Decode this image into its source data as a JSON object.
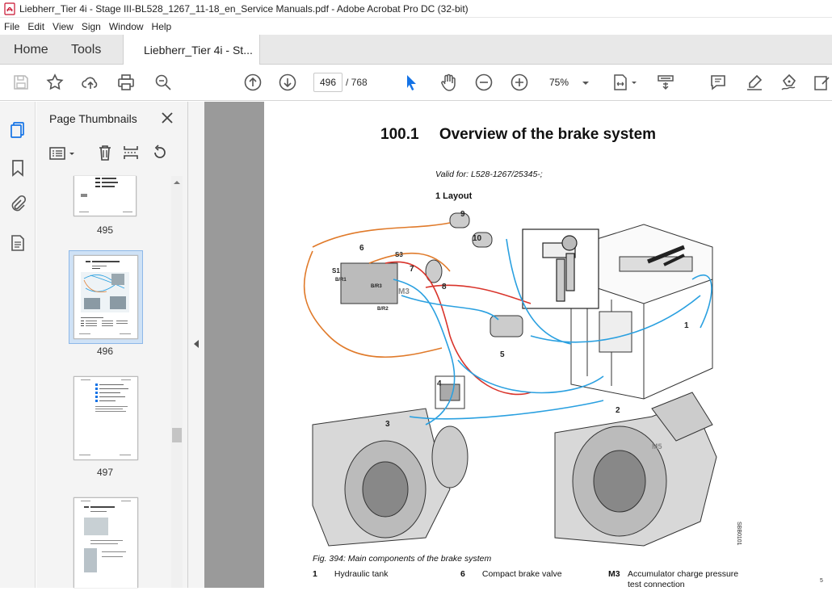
{
  "window": {
    "title": "Liebherr_Tier 4i - Stage III-BL528_1267_11-18_en_Service Manuals.pdf - Adobe Acrobat Pro DC (32-bit)"
  },
  "menu": [
    "File",
    "Edit",
    "View",
    "Sign",
    "Window",
    "Help"
  ],
  "tabs": {
    "home": "Home",
    "tools": "Tools",
    "document": "Liebherr_Tier 4i - St..."
  },
  "toolbar": {
    "page_current": "496",
    "page_total": "/ 768",
    "zoom": "75%"
  },
  "thumbnails": {
    "title": "Page Thumbnails",
    "pages": [
      "495",
      "496",
      "497"
    ]
  },
  "page": {
    "heading_num": "100.1",
    "heading_text": "Overview of the brake system",
    "valid_for": "Valid for: L528-1267/25345-;",
    "section": "1 Layout",
    "caption": "Fig. 394: Main components of the brake system",
    "legend": [
      {
        "key": "1",
        "label": "Hydraulic tank"
      },
      {
        "key": "6",
        "label": "Compact brake valve"
      },
      {
        "key": "M3",
        "label": "Accumulator charge pressure test connection"
      }
    ],
    "diagram_labels": [
      "1",
      "2",
      "3",
      "4",
      "5",
      "6",
      "7",
      "8",
      "9",
      "10",
      "S1",
      "S3",
      "M3",
      "M5",
      "B/R1",
      "B/R2",
      "B/R3"
    ],
    "fig_id": "SBB0101",
    "side_number": "5"
  },
  "colors": {
    "orange_line": "#e07a2a",
    "red_line": "#d9342b",
    "blue_line": "#2aa0e0",
    "viewer_bg": "#9a9a9a"
  }
}
